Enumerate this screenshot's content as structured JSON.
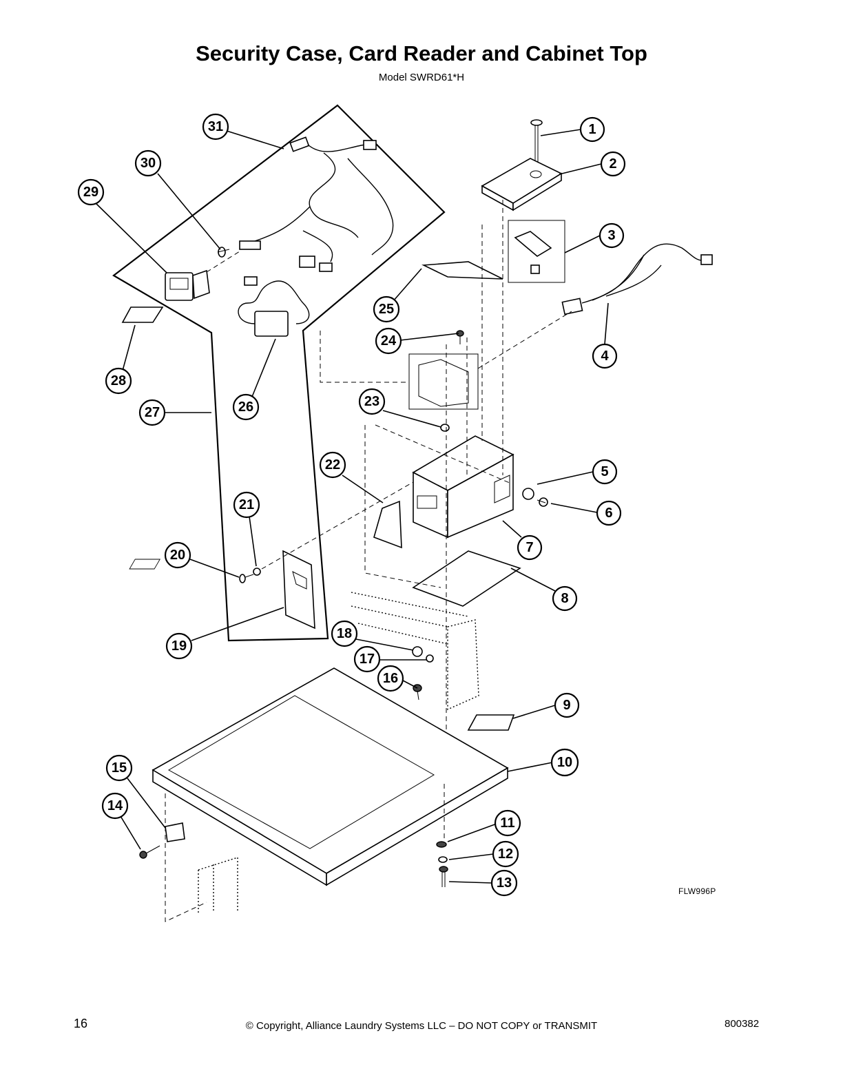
{
  "header": {
    "title": "Security Case, Card Reader and Cabinet Top",
    "subtitle": "Model SWRD61*H"
  },
  "figure_code": "FLW996P",
  "footer": {
    "page_number": "16",
    "copyright": "© Copyright, Alliance Laundry Systems LLC – DO NOT COPY or TRANSMIT",
    "doc_number": "800382"
  },
  "callouts": [
    "1",
    "2",
    "3",
    "4",
    "5",
    "6",
    "7",
    "8",
    "9",
    "10",
    "11",
    "12",
    "13",
    "14",
    "15",
    "16",
    "17",
    "18",
    "19",
    "20",
    "21",
    "22",
    "23",
    "24",
    "25",
    "26",
    "27",
    "28",
    "29",
    "30",
    "31"
  ]
}
